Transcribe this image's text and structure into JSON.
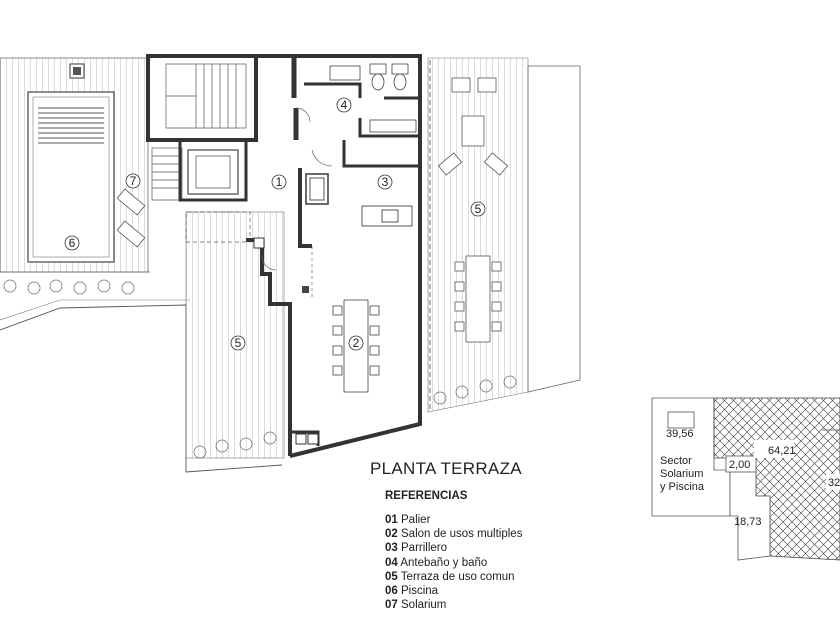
{
  "plan": {
    "title": "PLANTA TERRAZA",
    "room_numbers": [
      "1",
      "2",
      "3",
      "4",
      "5",
      "5",
      "6",
      "7"
    ]
  },
  "legend": {
    "title": "REFERENCIAS",
    "items": [
      {
        "code": "01",
        "label": "Palier"
      },
      {
        "code": "02",
        "label": "Salon de usos multiples"
      },
      {
        "code": "03",
        "label": "Parrillero"
      },
      {
        "code": "04",
        "label": "Antebaño y baño"
      },
      {
        "code": "05",
        "label": "Terraza de uso comun"
      },
      {
        "code": "06",
        "label": "Piscina"
      },
      {
        "code": "07",
        "label": "Solarium"
      }
    ]
  },
  "inset": {
    "area_1": "39,56",
    "sector_label": [
      "Sector",
      "Solarium",
      "y Piscina"
    ],
    "dim": "2,00",
    "area_2": "64,21",
    "area_3": "18,73",
    "area_4": "32"
  }
}
